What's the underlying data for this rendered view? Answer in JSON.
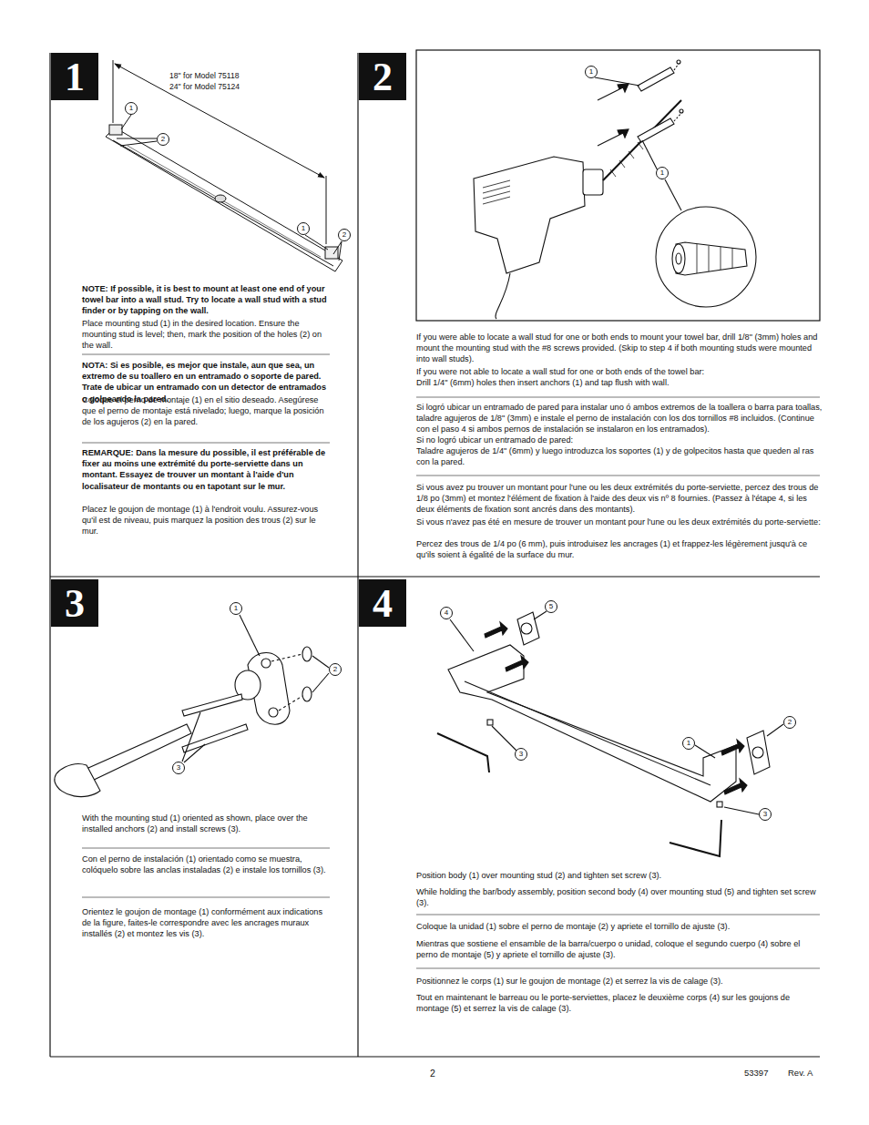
{
  "diagram": {
    "nodes": [
      {
        "text": [
          "1"
        ]
      },
      {
        "text": [
          "1"
        ]
      },
      {
        "text": [
          "2"
        ]
      },
      {
        "text": [
          "1"
        ]
      },
      {
        "text": [
          "2"
        ]
      },
      {
        "text": [
          "2"
        ]
      },
      {
        "text": [
          "1"
        ]
      },
      {
        "text": [
          "1"
        ]
      },
      {
        "text": [
          "3"
        ]
      },
      {
        "text": [
          "1"
        ]
      },
      {
        "text": [
          "2"
        ]
      },
      {
        "text": [
          "3"
        ]
      },
      {
        "text": [
          "4"
        ]
      },
      {
        "text": [
          "4"
        ]
      },
      {
        "text": [
          "5"
        ]
      },
      {
        "text": [
          "3"
        ]
      },
      {
        "text": [
          "1"
        ]
      },
      {
        "text": [
          "2"
        ]
      },
      {
        "text": [
          "3"
        ]
      }
    ],
    "labels": [
      "18\" for Model 75118",
      "24\" for Model 75124",
      "NOTE: If possible, it is best to mount at least one end of your towel bar into a wall stud. Try to locate a wall stud with a stud finder or by tapping on the wall.",
      "Place mounting stud (1) in the desired location. Ensure the mounting stud is level; then, mark the position of the holes (2) on the wall.",
      "NOTA: Si es posible, es mejor que instale, aun que sea, un extremo de su toallero en un entramado o soporte de pared. Trate de ubicar un entramado con un detector de entramados o golpeando la pared.",
      "Coloque el perno de montaje (1) en el sitio deseado. Asegúrese que el perno de montaje está nivelado; luego, marque la posición de los agujeros (2) en la pared.",
      "REMARQUE: Dans la mesure du possible, il est préférable de fixer au moins une extrémité du porte-serviette dans un montant. Essayez de trouver un montant à l'aide d'un localisateur de montants ou en tapotant sur le mur.",
      "Placez le goujon de montage (1) à l'endroit voulu. Assurez-vous qu'il est de niveau, puis marquez la position des trous (2) sur le mur.",
      "If you were able to locate a wall stud for one or both ends to mount your towel bar, drill 1/8\" (3mm) holes and mount the mounting stud with the #8 screws provided. (Skip to step 4 if both mounting studs were mounted into wall studs).",
      "If you were not able to locate a wall stud for one or both ends of the towel bar:",
      "Drill 1/4\" (6mm) holes then insert anchors (1) and tap flush with wall.",
      "Si logró ubicar un entramado de pared para instalar uno ó ambos extremos de la toallera o barra para toallas, taladre agujeros de 1/8\" (3mm) e instale el perno de instalación con los dos tornillos #8 incluidos. (Continue con el paso 4 si ambos pernos de instalación se instalaron en los entramados).",
      "Si no logró ubicar un entramado de pared:",
      "Taladre agujeros de 1/4\" (6mm) y luego introduzca los soportes (1) y de golpecitos hasta que queden al ras con la pared.",
      "Si vous avez pu trouver un montant pour l'une ou les deux extrémités du porte-serviette, percez des trous de 1/8 po (3mm) et montez l'élément de fixation à l'aide des deux vis nº 8 fournies. (Passez à l'étape 4, si les deux éléments de fixation sont ancrés dans des montants).",
      "Si vous n'avez pas été en mesure de trouver un montant pour l'une ou les deux extrémités du porte-serviette:",
      "Percez des trous de 1/4 po (6 mm), puis introduisez les ancrages (1) et frappez-les légèrement jusqu'à ce qu'ils soient à égalité de la surface du mur.",
      "With the mounting stud (1) oriented as shown, place over the installed anchors (2) and install screws (3).",
      "Con el perno de instalación (1) orientado como se muestra, colóquelo sobre las anclas instaladas (2) e instale los tornillos (3).",
      "Orientez le goujon de montage (1) conformément aux indications de la figure, faites-le correspondre avec les ancrages muraux installés (2) et montez les vis (3).",
      "Position body (1) over mounting stud (2) and tighten set screw (3).",
      "While holding the bar/body assembly, position second body (4) over mounting stud (5) and tighten set screw (3).",
      "Coloque la unidad (1) sobre el perno de montaje (2) y apriete el tornillo de ajuste (3).",
      "Mientras que sostiene el ensamble de la barra/cuerpo o unidad, coloque el segundo cuerpo (4) sobre el perno de montaje (5) y apriete el tornillo de ajuste (3).",
      "Positionnez le corps (1) sur le goujon de montage (2) et serrez la vis de calage (3).",
      "Tout en maintenant le barreau ou le porte-serviettes, placez le deuxième corps (4) sur les goujons de montage (5) et serrez la vis de calage (3).",
      "2",
      "53397",
      "Rev. A"
    ]
  }
}
